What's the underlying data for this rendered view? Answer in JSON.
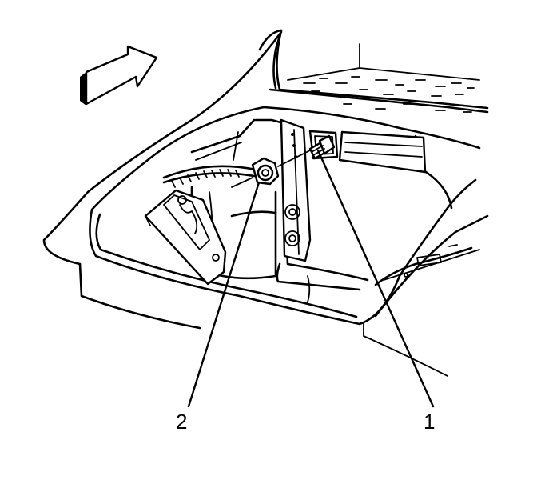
{
  "callouts": [
    {
      "id": "1",
      "label": "1",
      "target": "bolt"
    },
    {
      "id": "2",
      "label": "2",
      "target": "nut"
    }
  ],
  "colors": {
    "ink": "#000000",
    "paper": "#ffffff"
  }
}
